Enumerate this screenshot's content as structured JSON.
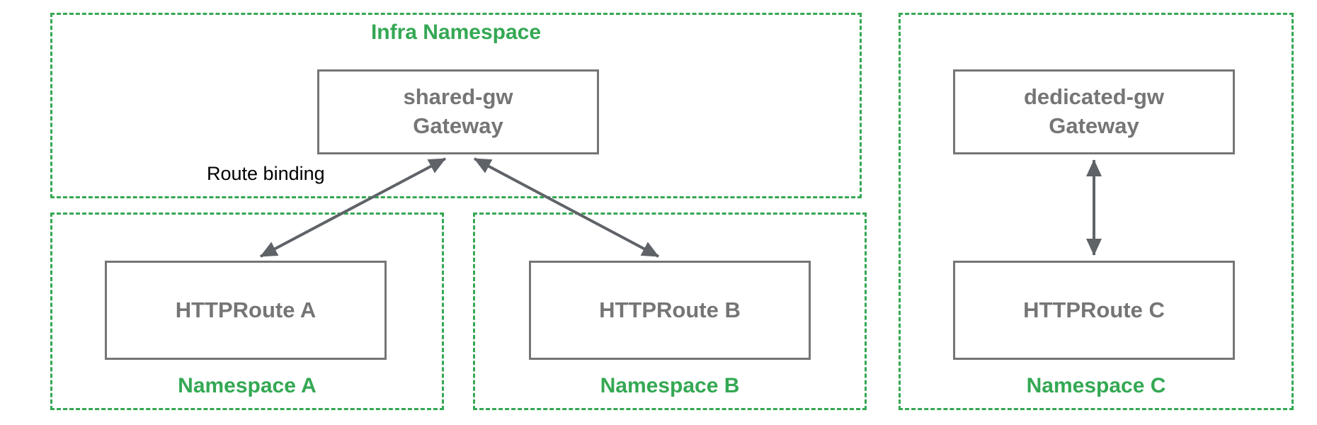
{
  "colors": {
    "green": "#34a853",
    "node_border": "#757575",
    "node_text": "#757575",
    "arrow": "#5f6368",
    "annotation": "#000000",
    "background": "#ffffff"
  },
  "diagram": {
    "infra_namespace": {
      "label": "Infra Namespace"
    },
    "shared_gateway": {
      "line1": "shared-gw",
      "line2": "Gateway"
    },
    "route_binding_label": "Route binding",
    "namespace_a": {
      "label": "Namespace A",
      "route": "HTTPRoute A"
    },
    "namespace_b": {
      "label": "Namespace B",
      "route": "HTTPRoute B"
    },
    "namespace_c": {
      "label": "Namespace C",
      "gateway_line1": "dedicated-gw",
      "gateway_line2": "Gateway",
      "route": "HTTPRoute C"
    }
  }
}
